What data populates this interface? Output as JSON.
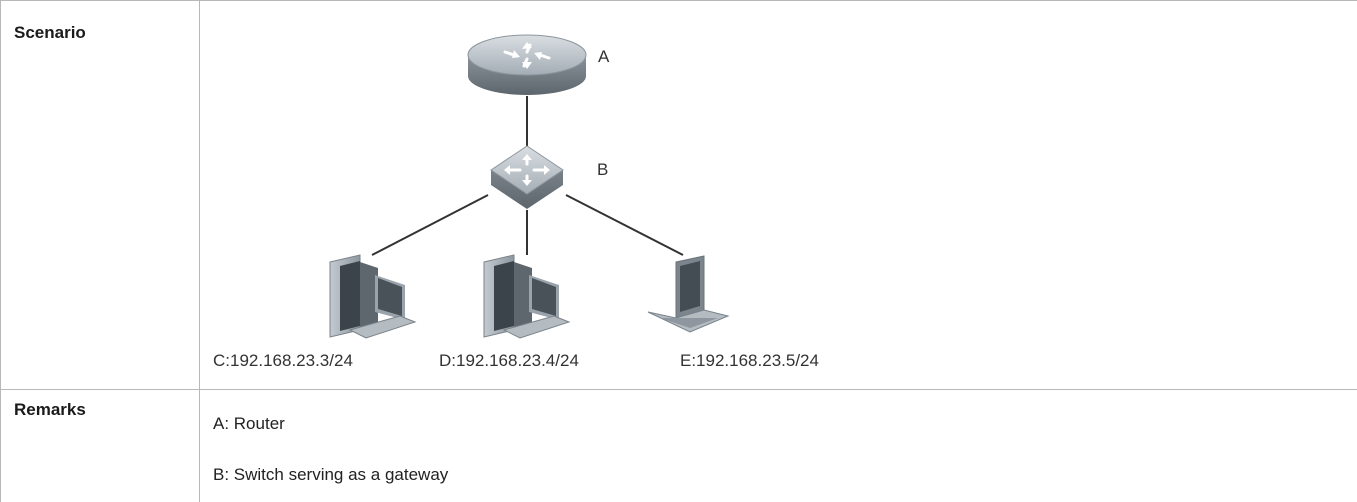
{
  "table": {
    "rows": [
      {
        "header": "Scenario"
      },
      {
        "header": "Remarks"
      }
    ]
  },
  "topology": {
    "devices": {
      "router": {
        "label": "A",
        "icon": "router-icon"
      },
      "switch": {
        "label": "B",
        "icon": "switch-icon"
      }
    },
    "hosts": [
      {
        "label": "C:192.168.23.3/24",
        "icon": "desktop-pc-icon"
      },
      {
        "label": "D:192.168.23.4/24",
        "icon": "desktop-pc-icon"
      },
      {
        "label": "E:192.168.23.5/24",
        "icon": "laptop-icon"
      }
    ]
  },
  "remarks": [
    "A: Router",
    "B: Switch serving as a gateway"
  ],
  "colors": {
    "border": "#b8b8b8",
    "device_grey": "#9aa3ab",
    "device_dark": "#6f7880",
    "line": "#333333"
  }
}
